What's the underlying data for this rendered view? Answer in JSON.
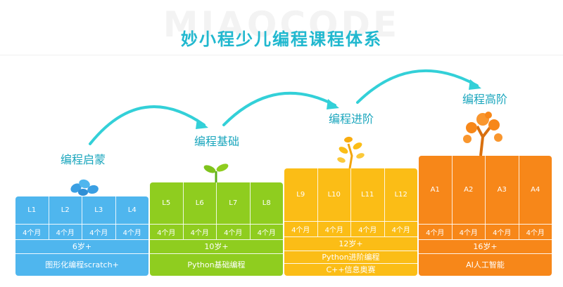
{
  "header": {
    "title": "妙小程少儿编程课程体系",
    "watermark": "MIAOCODE"
  },
  "stages": [
    {
      "label": "编程启蒙",
      "levels": [
        "L1",
        "L2",
        "L3",
        "L4"
      ],
      "duration": "4个月",
      "age": "6岁+",
      "course": [
        "图形化编程scratch+"
      ],
      "color": "#4fb6ee",
      "icon": "bean-cluster-icon"
    },
    {
      "label": "编程基础",
      "levels": [
        "L5",
        "L6",
        "L7",
        "L8"
      ],
      "duration": "4个月",
      "age": "10岁+",
      "course": [
        "Python基础编程"
      ],
      "color": "#8fcd1f",
      "icon": "sprout-icon"
    },
    {
      "label": "编程进阶",
      "levels": [
        "L9",
        "L10",
        "L11",
        "L12"
      ],
      "duration": "4个月",
      "age": "12岁+",
      "course": [
        "Python进阶编程",
        "C++信息奥赛"
      ],
      "color": "#fbbd16",
      "icon": "young-tree-icon"
    },
    {
      "label": "编程高阶",
      "levels": [
        "A1",
        "A2",
        "A3",
        "A4"
      ],
      "duration": "4个月",
      "age": "16岁+",
      "course": [
        "AI人工智能"
      ],
      "color": "#f78719",
      "icon": "tree-icon"
    }
  ],
  "arrow_color": "#33d0d8"
}
